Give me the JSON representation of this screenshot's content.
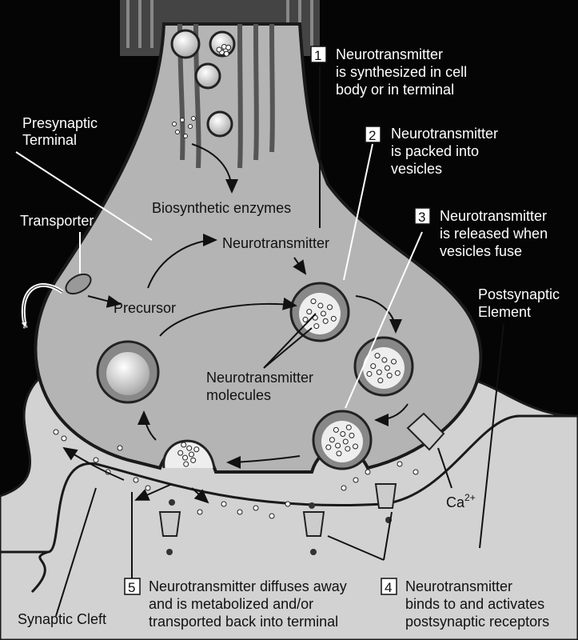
{
  "steps": [
    {
      "number": "1",
      "lines": [
        "Neurotransmitter",
        "is synthesized in cell",
        "body or in terminal"
      ]
    },
    {
      "number": "2",
      "lines": [
        "Neurotransmitter",
        "is packed into",
        "vesicles"
      ]
    },
    {
      "number": "3",
      "lines": [
        "Neurotransmitter",
        "is released when",
        "vesicles fuse"
      ]
    },
    {
      "number": "4",
      "lines": [
        "Neurotransmitter",
        "binds to and activates",
        "postsynaptic receptors"
      ]
    },
    {
      "number": "5",
      "lines": [
        "Neurotransmitter diffuses away",
        "and is metabolized and/or",
        "transported back into terminal"
      ]
    }
  ],
  "labels": {
    "presynaptic_terminal": [
      "Presynaptic",
      "Terminal"
    ],
    "transporter": "Transporter",
    "biosynthetic_enzymes": "Biosynthetic enzymes",
    "neurotransmitter": "Neurotransmitter",
    "precursor": "Precursor",
    "postsynaptic_element": [
      "Postsynaptic",
      "Element"
    ],
    "nt_molecules": [
      "Neurotransmitter",
      "molecules"
    ],
    "calcium": "Ca",
    "calcium_charge": "2+",
    "synaptic_cleft": "Synaptic Cleft"
  },
  "colors": {
    "background": "#050505",
    "terminal": "#b4b4b4",
    "postsynaptic": "#d2d2d2",
    "outline": "#1a1a1a"
  }
}
